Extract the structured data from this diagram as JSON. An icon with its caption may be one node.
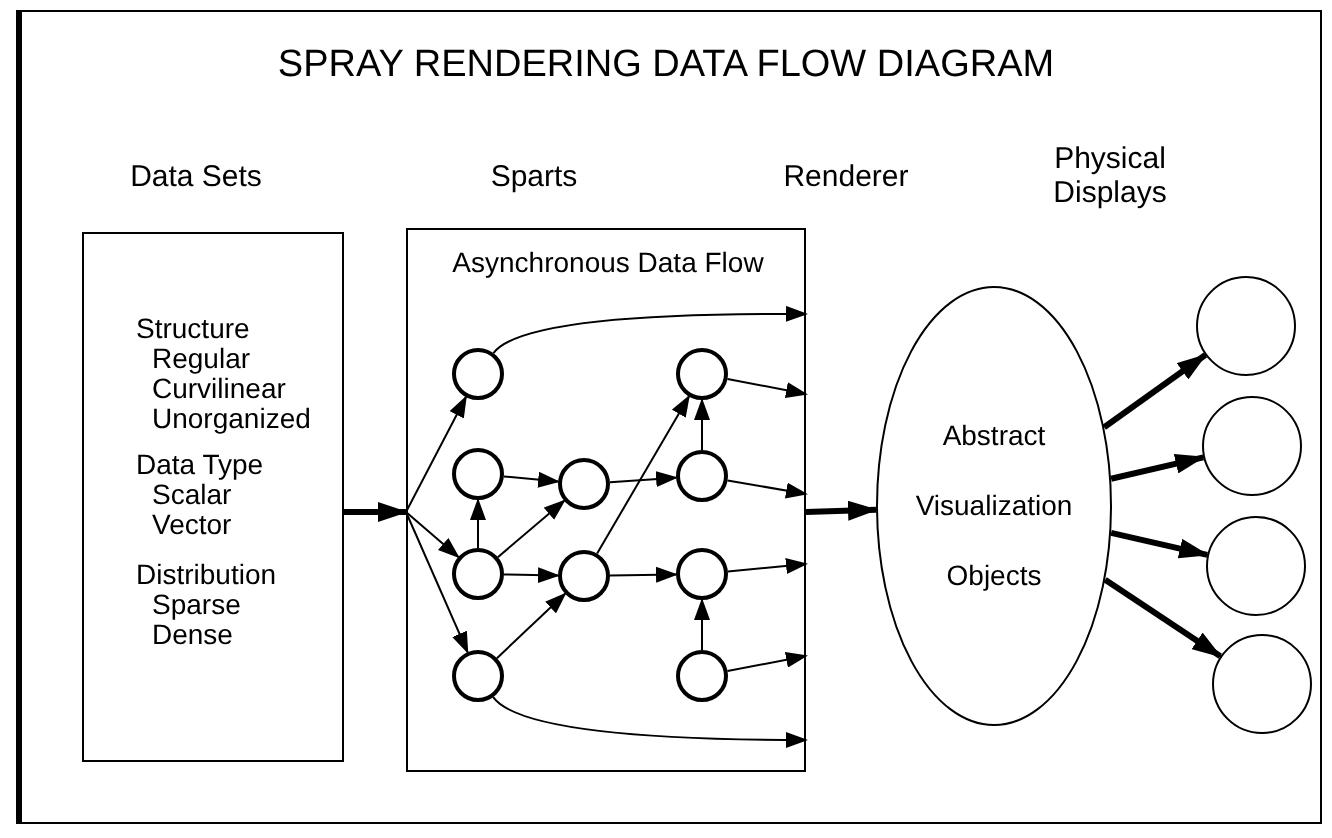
{
  "diagram": {
    "title": "SPRAY RENDERING DATA FLOW DIAGRAM",
    "nodes": [
      {
        "text": [
          "Structure",
          "Regular Curvilinear Unorganized",
          "Data Type",
          "Scalar Vector",
          "Distribution",
          "Sparse Dense"
        ]
      },
      {
        "text": [
          "Asynchronous Data Flow"
        ]
      },
      {
        "text": [],
        "shape": "circle",
        "in": 1
      },
      {
        "text": [],
        "shape": "circle",
        "in": 1
      },
      {
        "text": [],
        "shape": "circle",
        "in": 1
      },
      {
        "text": [],
        "shape": "circle",
        "in": 1
      },
      {
        "text": [],
        "shape": "circle",
        "in": 1
      },
      {
        "text": [],
        "shape": "circle",
        "in": 1
      },
      {
        "text": [],
        "shape": "circle",
        "in": 1
      },
      {
        "text": [],
        "shape": "circle",
        "in": 1
      },
      {
        "text": [],
        "shape": "circle",
        "in": 1
      },
      {
        "text": [],
        "shape": "circle",
        "in": 1
      },
      {
        "text": [
          "Abstract Visualization Objects"
        ]
      },
      {
        "text": [],
        "shape": "circle"
      },
      {
        "text": [],
        "shape": "circle"
      },
      {
        "text": [],
        "shape": "circle"
      },
      {
        "text": [],
        "shape": "circle"
      }
    ],
    "edges": [
      {
        "from": 0,
        "to": 1,
        "arrow": "to",
        "style": "thick"
      },
      {
        "from": 1,
        "to": 2,
        "arrow": "to"
      },
      {
        "from": 1,
        "to": 4,
        "arrow": "to"
      },
      {
        "from": 1,
        "to": 5,
        "arrow": "to"
      },
      {
        "from": 4,
        "to": 3,
        "arrow": "to"
      },
      {
        "from": 3,
        "to": 6,
        "arrow": "to"
      },
      {
        "from": 4,
        "to": 6,
        "arrow": "to"
      },
      {
        "from": 4,
        "to": 7,
        "arrow": "to"
      },
      {
        "from": 5,
        "to": 7,
        "arrow": "to"
      },
      {
        "from": 6,
        "to": 9,
        "arrow": "to"
      },
      {
        "from": 7,
        "to": 10,
        "arrow": "to"
      },
      {
        "from": 7,
        "to": 8,
        "arrow": "to"
      },
      {
        "from": 9,
        "to": 8,
        "arrow": "to"
      },
      {
        "from": 11,
        "to": 10,
        "arrow": "to"
      },
      {
        "from": 2,
        "to": 1,
        "arrow": "to"
      },
      {
        "from": 8,
        "to": 1,
        "arrow": "to"
      },
      {
        "from": 9,
        "to": 1,
        "arrow": "to"
      },
      {
        "from": 10,
        "to": 1,
        "arrow": "to"
      },
      {
        "from": 11,
        "to": 1,
        "arrow": "to"
      },
      {
        "from": 5,
        "to": 1,
        "arrow": "to"
      },
      {
        "from": 1,
        "to": 12,
        "arrow": "to",
        "style": "thick"
      },
      {
        "from": 12,
        "to": 13,
        "arrow": "to",
        "style": "thick"
      },
      {
        "from": 12,
        "to": 14,
        "arrow": "to",
        "style": "thick"
      },
      {
        "from": 12,
        "to": 15,
        "arrow": "to",
        "style": "thick"
      },
      {
        "from": 12,
        "to": 16,
        "arrow": "to",
        "style": "thick"
      }
    ],
    "labels": [
      "Data Sets",
      "Sparts",
      "Renderer",
      "Physical Displays"
    ]
  }
}
